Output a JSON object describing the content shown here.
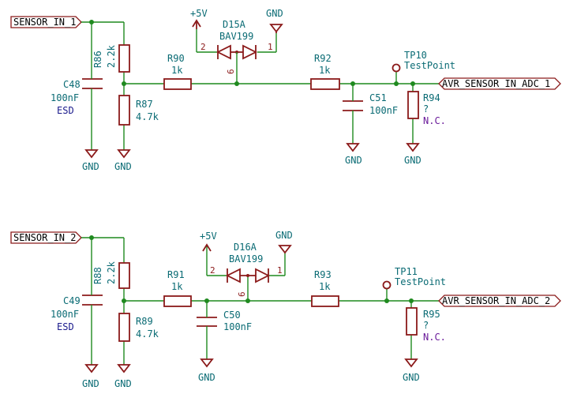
{
  "top": {
    "in_label": "SENSOR_IN_1",
    "out_label": "AVR_SENSOR_IN_ADC_1",
    "vcc": "+5V",
    "gnd_diode": "GND",
    "r_div_top": {
      "ref": "R86",
      "val": "2.2k"
    },
    "r_div_bot": {
      "ref": "R87",
      "val": "4.7k"
    },
    "c_esd": {
      "ref": "C48",
      "val": "100nF",
      "note": "ESD"
    },
    "r_series1": {
      "ref": "R90",
      "val": "1k"
    },
    "diode": {
      "ref": "D15A",
      "val": "BAV199",
      "pin_left": "2",
      "pin_right": "1",
      "pin_mid": "6"
    },
    "r_series2": {
      "ref": "R92",
      "val": "1k"
    },
    "c_filter": {
      "ref": "C51",
      "val": "100nF"
    },
    "tp": {
      "ref": "TP10",
      "val": "TestPoint"
    },
    "r_pull": {
      "ref": "R94",
      "val": "?",
      "note": "N.C."
    },
    "gnd_labels": [
      "GND",
      "GND",
      "GND",
      "GND"
    ]
  },
  "bottom": {
    "in_label": "SENSOR_IN_2",
    "out_label": "AVR_SENSOR_IN_ADC_2",
    "vcc": "+5V",
    "gnd_diode": "GND",
    "r_div_top": {
      "ref": "R88",
      "val": "2.2k"
    },
    "r_div_bot": {
      "ref": "R89",
      "val": "4.7k"
    },
    "c_esd": {
      "ref": "C49",
      "val": "100nF",
      "note": "ESD"
    },
    "r_series1": {
      "ref": "R91",
      "val": "1k"
    },
    "diode": {
      "ref": "D16A",
      "val": "BAV199",
      "pin_left": "2",
      "pin_right": "1",
      "pin_mid": "6"
    },
    "r_series2": {
      "ref": "R93",
      "val": "1k"
    },
    "c_filter": {
      "ref": "C50",
      "val": "100nF"
    },
    "tp": {
      "ref": "TP11",
      "val": "TestPoint"
    },
    "r_pull": {
      "ref": "R95",
      "val": "?",
      "note": "N.C."
    },
    "gnd_labels": [
      "GND",
      "GND",
      "GND",
      "GND"
    ]
  }
}
